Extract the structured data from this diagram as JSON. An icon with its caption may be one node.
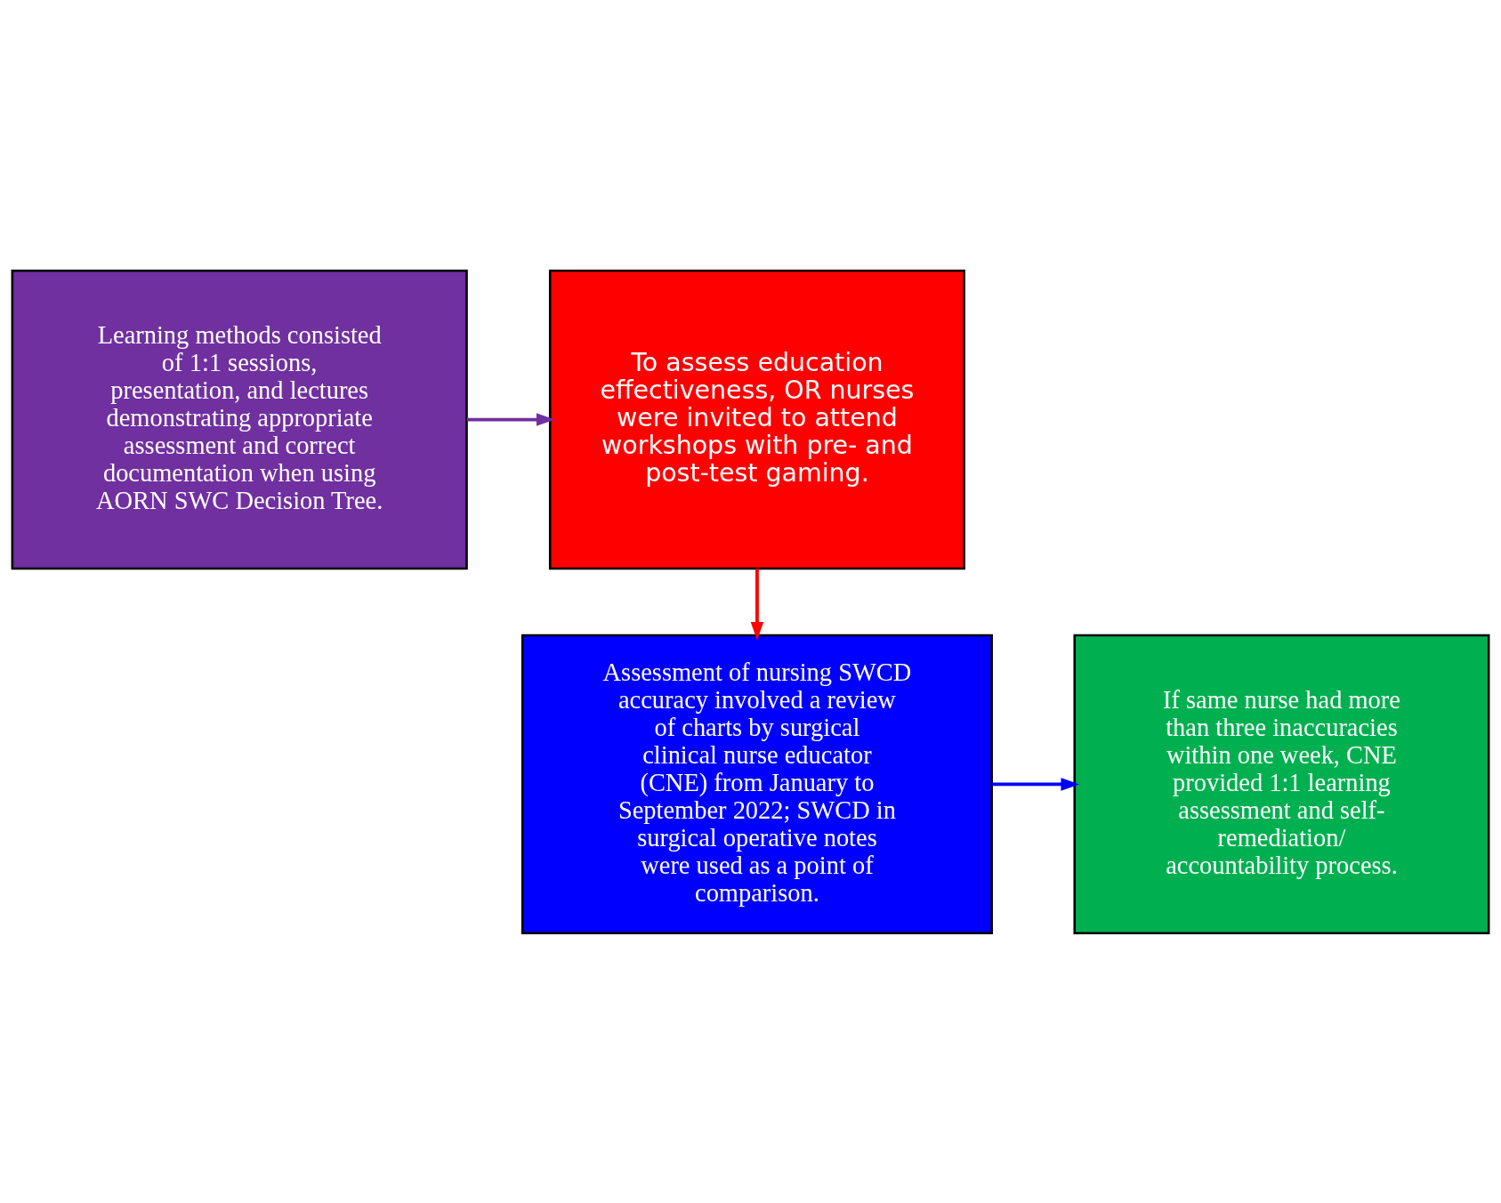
{
  "diagram": {
    "nodes": [
      {
        "text": [
          "Learning methods consisted of 1:1 sessions, presentation, and lectures demonstrating appropriate assessment and correct documentation when using AORN SWC Decision Tree."
        ]
      },
      {
        "text": [
          "To assess education effectiveness, OR nurses were invited to attend workshops with pre- and post-test gaming."
        ]
      },
      {
        "text": [
          "Assessment of nursing SWCD accuracy involved a review of charts by surgical clinical nurse educator (CNE) from January to September 2022; SWCD in surgical operative notes were used as a point of comparison."
        ]
      },
      {
        "text": [
          "If same nurse had more than three inaccuracies within one week, CNE provided 1:1 learning assessment and self-remediation/ accountability process."
        ]
      }
    ],
    "edges": [
      {
        "from": 0,
        "to": 1,
        "arrow": "to",
        "color": "#7030a0"
      },
      {
        "from": 1,
        "to": 2,
        "arrow": "to",
        "color": "#ff0000"
      },
      {
        "from": 2,
        "to": 3,
        "arrow": "to",
        "color": "#0000ff"
      }
    ]
  }
}
